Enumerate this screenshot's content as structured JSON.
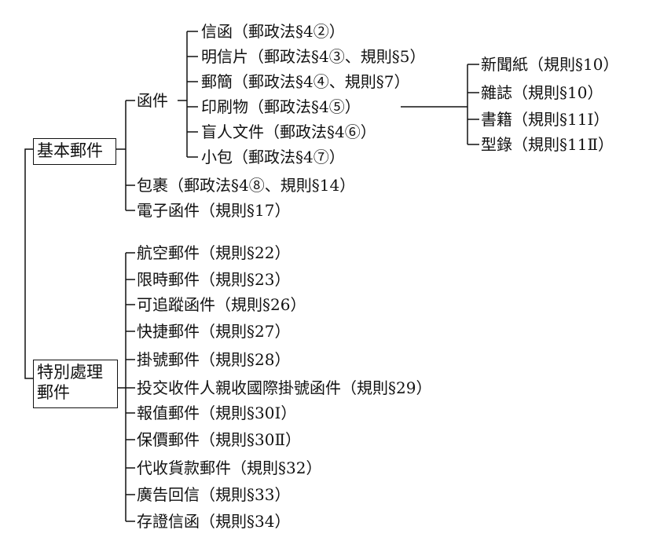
{
  "diagram": {
    "root_basic": "基本郵件",
    "root_special_line1": "特別處理",
    "root_special_line2": "郵件",
    "basic": {
      "letters": {
        "label": "函件",
        "items": [
          "信函（郵政法§4②）",
          "明信片（郵政法§4③、規則§5）",
          "郵簡（郵政法§4④、規則§7）",
          "印刷物（郵政法§4⑤）",
          "盲人文件（郵政法§4⑥）",
          "小包（郵政法§4⑦）"
        ],
        "printed_sub": [
          "新聞紙（規則§10）",
          "雜誌（規則§10）",
          "書籍（規則§11Ⅰ）",
          "型錄（規則§11Ⅱ）"
        ]
      },
      "others": [
        "包裹（郵政法§4⑧、規則§14）",
        "電子函件（規則§17）"
      ]
    },
    "special": [
      "航空郵件（規則§22）",
      "限時郵件（規則§23）",
      "可追蹤函件（規則§26）",
      "快捷郵件（規則§27）",
      "掛號郵件（規則§28）",
      "投交收件人親收國際掛號函件（規則§29）",
      "報值郵件（規則§30Ⅰ）",
      "保價郵件（規則§30Ⅱ）",
      "代收貨款郵件（規則§32）",
      "廣告回信（規則§33）",
      "存證信函（規則§34）"
    ]
  }
}
